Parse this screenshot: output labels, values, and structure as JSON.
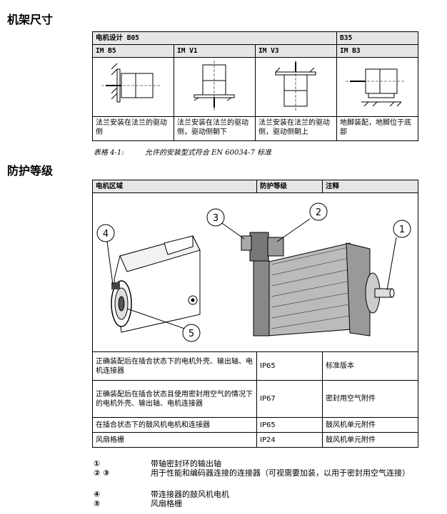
{
  "section1": {
    "title": "机架尺寸"
  },
  "mount_table": {
    "top": [
      "电机设计 B05",
      "B35"
    ],
    "cols": [
      "IM B5",
      "IM V1",
      "IM V3",
      "IM B3"
    ],
    "desc": [
      "法兰安装在法兰的驱动侧",
      "法兰安装在法兰的驱动侧，驱动侧朝下",
      "法兰安装在法兰的驱动侧，驱动侧朝上",
      "地脚装配，地脚位于底部"
    ]
  },
  "caption": {
    "num": "表格 4-1:",
    "text": "允许的安装型式符合 EN 60034-7 标准"
  },
  "section2": {
    "title": "防护等级"
  },
  "prot_table": {
    "headers": [
      "电机区域",
      "防护等级",
      "注释"
    ],
    "callouts": [
      "1",
      "2",
      "3",
      "4",
      "5"
    ],
    "rows": [
      [
        "正确装配后在插合状态下的电机外壳、输出轴、电机连接器",
        "IP65",
        "标准版本"
      ],
      [
        "正确装配后在插合状态且使用密封用空气的情况下的电机外壳、输出轴、电机连接器",
        "IP67",
        "密封用空气附件"
      ],
      [
        "在插合状态下的鼓风机电机和连接器",
        "IP65",
        "鼓风机单元附件"
      ],
      [
        "风扇格栅",
        "IP24",
        "鼓风机单元附件"
      ]
    ]
  },
  "legend": [
    {
      "num": "①",
      "text": "带轴密封环的输出轴"
    },
    {
      "num": "② ③",
      "text": "用于性能和编码器连接的连接器（可视需要加装，以用于密封用空气连接）"
    },
    {
      "num": "④",
      "text": "带连接器的鼓风机电机"
    },
    {
      "num": "⑤",
      "text": "风扇格栅"
    }
  ]
}
